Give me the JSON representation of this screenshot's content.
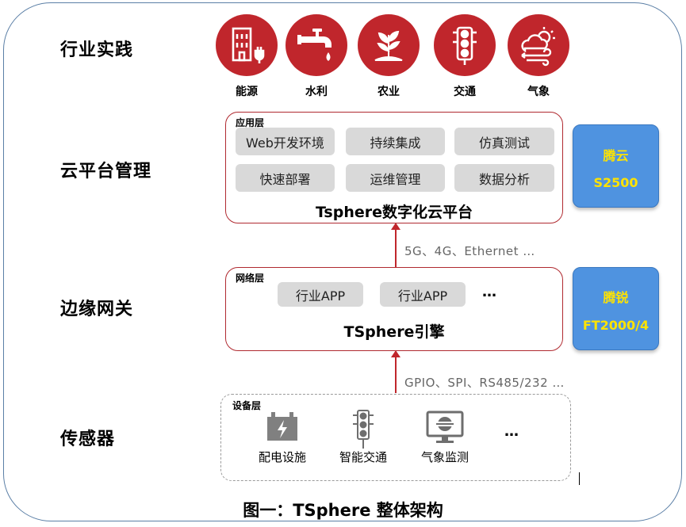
{
  "rows": {
    "practice": "行业实践",
    "cloud": "云平台管理",
    "edge": "边缘网关",
    "sensor": "传感器"
  },
  "industries": [
    {
      "label": "能源",
      "icon": "building-plug-icon"
    },
    {
      "label": "水利",
      "icon": "water-faucet-icon"
    },
    {
      "label": "农业",
      "icon": "sprout-icon"
    },
    {
      "label": "交通",
      "icon": "traffic-light-icon"
    },
    {
      "label": "气象",
      "icon": "weather-cloud-sun-icon"
    }
  ],
  "app_layer": {
    "tag": "应用层",
    "items": [
      "Web开发环境",
      "持续集成",
      "仿真测试",
      "快速部署",
      "运维管理",
      "数据分析"
    ],
    "title": "Tsphere数字化云平台"
  },
  "cloud_chip": {
    "line1": "腾云",
    "line2": "S2500"
  },
  "protocol_top": "5G、4G、Ethernet …",
  "net_layer": {
    "tag": "网络层",
    "items": [
      "行业APP",
      "行业APP"
    ],
    "ellipsis": "…",
    "title": "TSphere引擎"
  },
  "edge_chip": {
    "line1": "腾锐",
    "line2": "FT2000/4"
  },
  "protocol_bottom": "GPIO、SPI、RS485/232 …",
  "device_layer": {
    "tag": "设备层",
    "devices": [
      {
        "label": "配电设施",
        "icon": "power-distribution-icon"
      },
      {
        "label": "智能交通",
        "icon": "traffic-light-icon"
      },
      {
        "label": "气象监测",
        "icon": "weather-monitor-icon"
      }
    ],
    "ellipsis": "…"
  },
  "caption": "图一：TSphere 整体架构",
  "colors": {
    "accent": "#c0262c",
    "chip": "#4f93e0",
    "chip_text": "#ffe300",
    "frame": "#5b7fa6"
  }
}
